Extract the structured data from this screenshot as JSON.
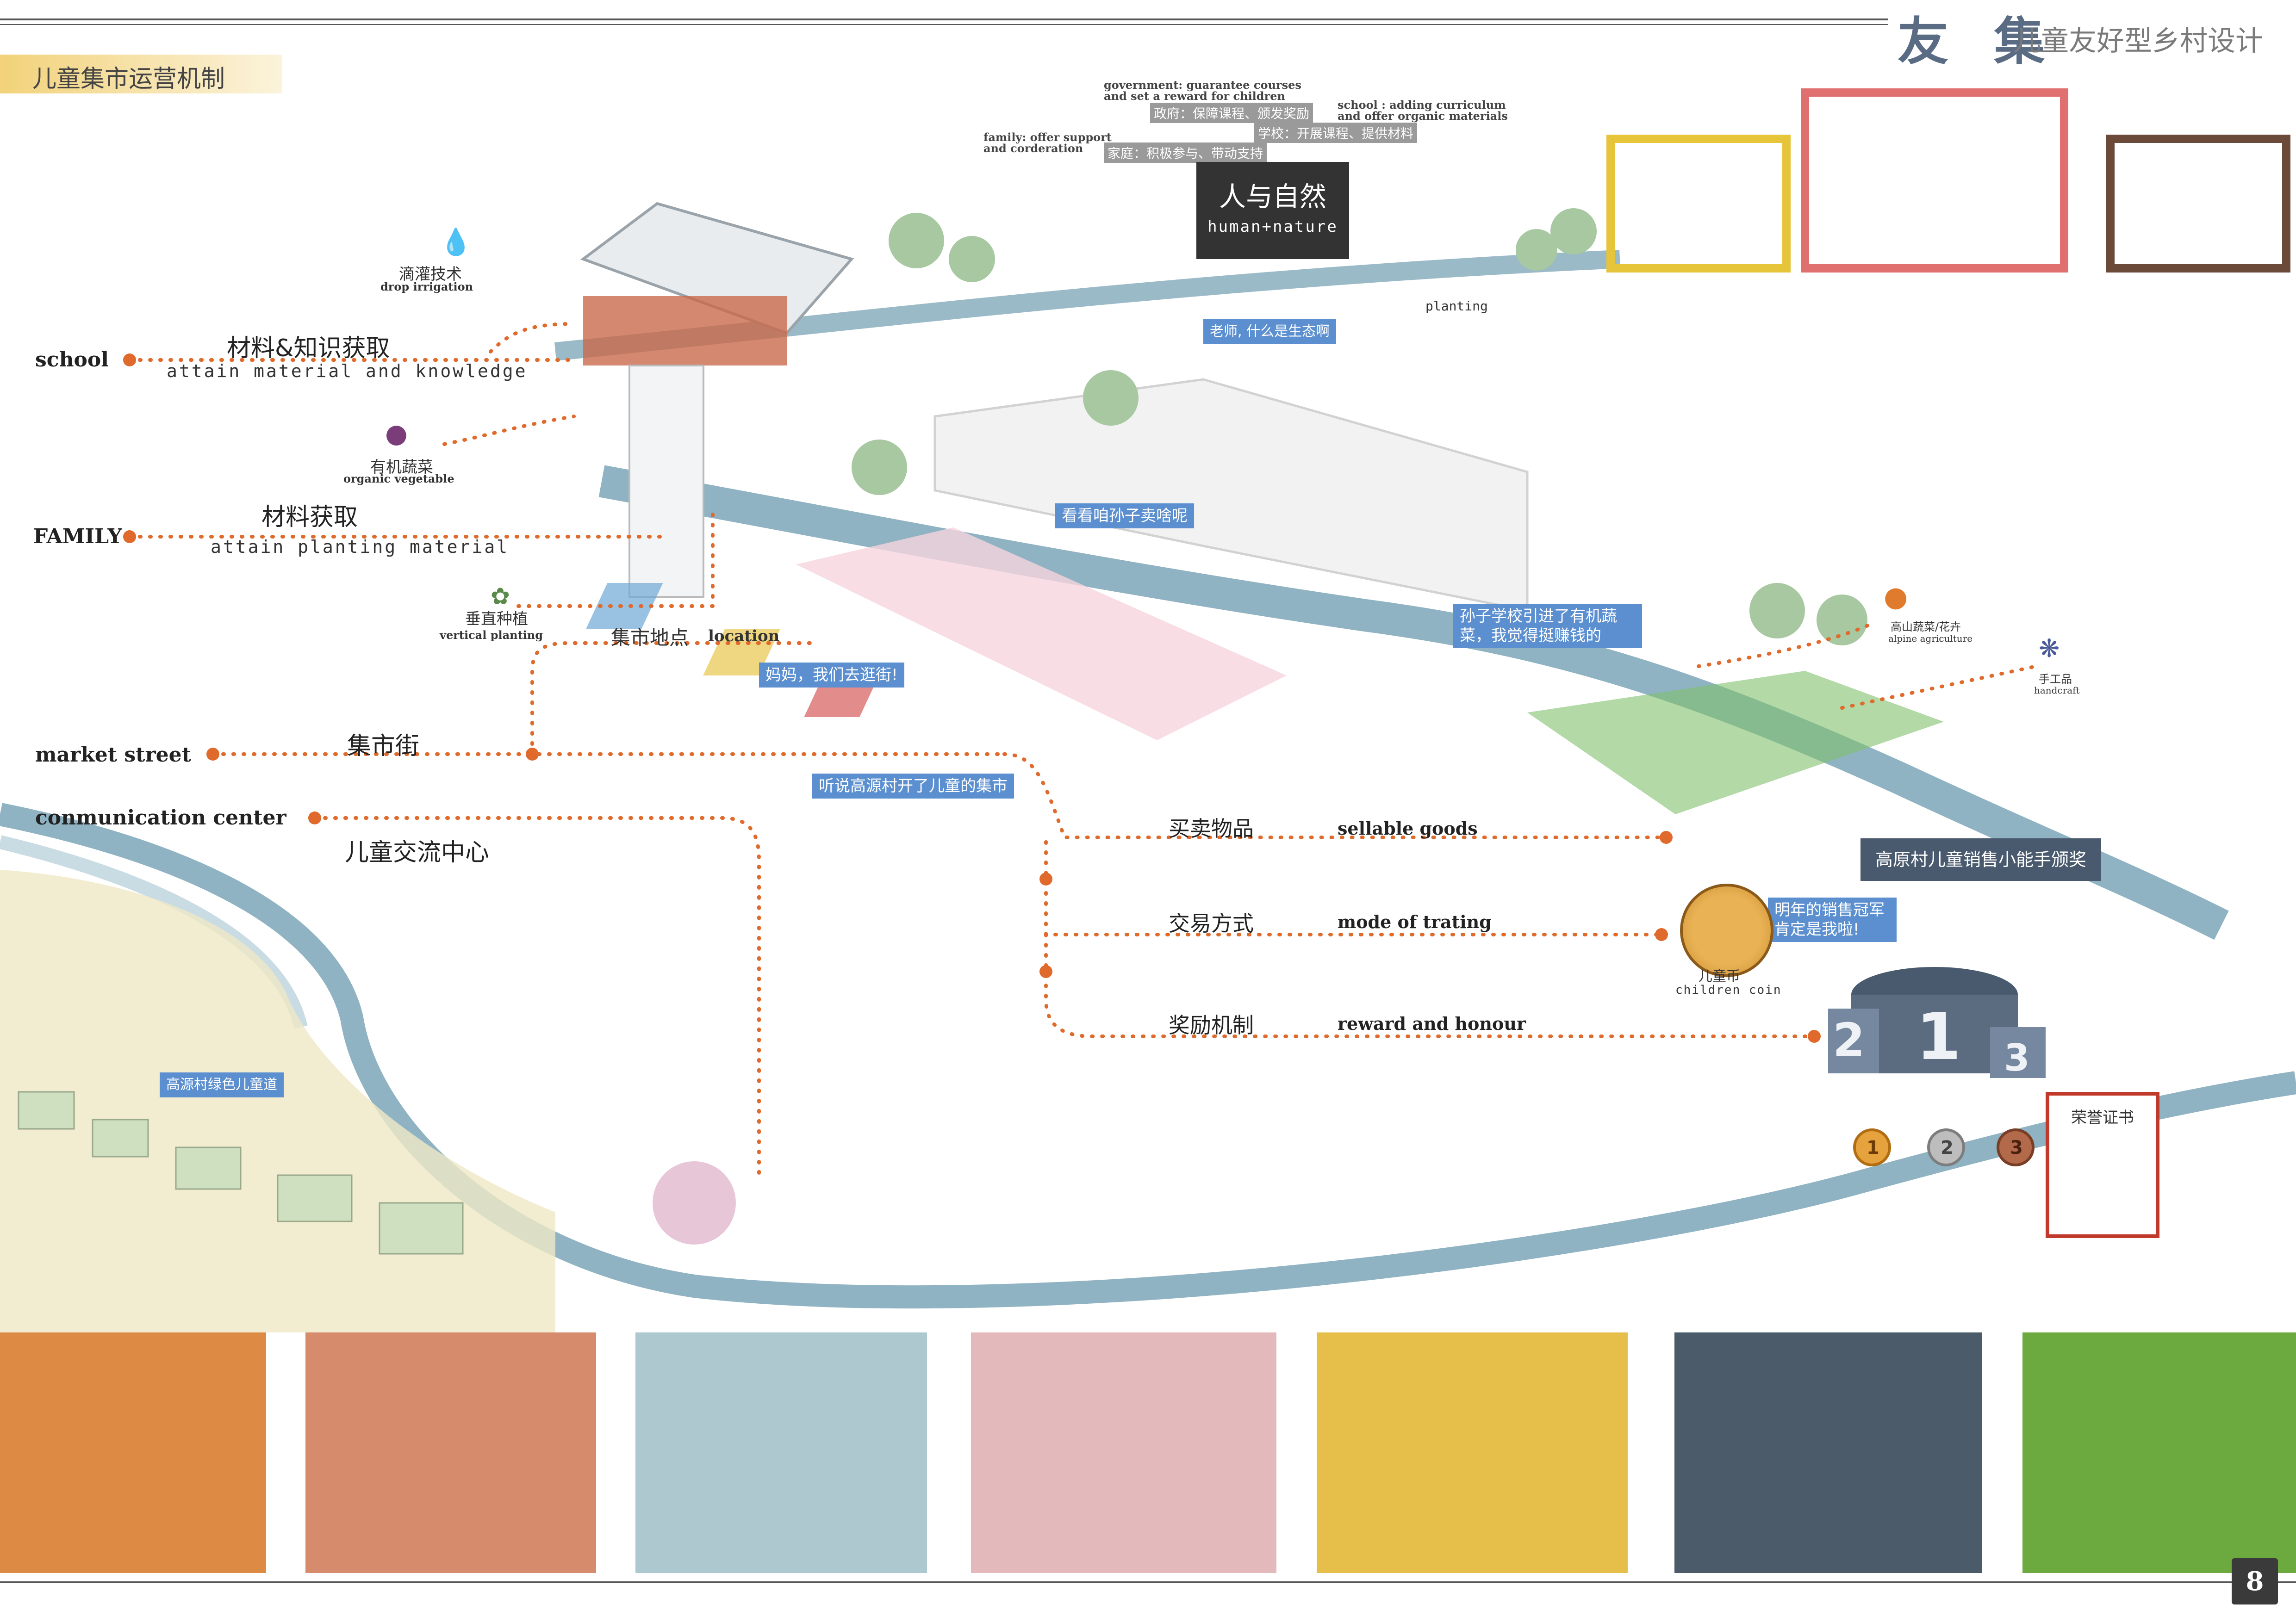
{
  "header": {
    "brand": "友 集",
    "subtitle": "儿童友好型乡村设计",
    "section_title": "儿童集市运营机制"
  },
  "nodes": {
    "school": {
      "en": "school",
      "cn": "材料&知识获取",
      "desc": "attain material and knowledge"
    },
    "family": {
      "en": "FAMILY",
      "cn": "材料获取",
      "desc": "attain planting material"
    },
    "market_street": {
      "en": "market street",
      "cn": "集市街"
    },
    "communication_center": {
      "en": "conmunication center",
      "cn": "儿童交流中心"
    },
    "location": {
      "cn": "集市地点",
      "en": "location"
    }
  },
  "tech": {
    "drip": {
      "cn": "滴灌技术",
      "en": "drop irrigation"
    },
    "organic": {
      "cn": "有机蔬菜",
      "en": "organic vegetable"
    },
    "vertical": {
      "cn": "垂直种植",
      "en": "vertical planting"
    }
  },
  "stakeholders": {
    "gov_en": "government: guarantee courses\nand set a reward for children",
    "gov_cn": "政府：保障课程、颁发奖励",
    "school_en": "school : adding curriculum\nand offer organic materials",
    "school_cn": "学校：开展课程、提供材料",
    "family_en": "family: offer support\nand corderation",
    "family_cn": "家庭：积极参与、带动支持"
  },
  "board": {
    "title": "人与自然",
    "sub": "human+nature"
  },
  "planting": "planting",
  "speech": {
    "teacher": "老师, 什么是生态啊",
    "grandchild": "看看咱孙子卖啥呢",
    "school_org": "孙子学校引进了有机蔬菜，我觉得挺赚钱的",
    "mom": "妈妈，我们去逛街!",
    "heard": "听说高源村开了儿童的集市",
    "next_year": "明年的销售冠军肯定是我啦!",
    "green_road": "高源村绿色儿童道"
  },
  "goods": {
    "cn": "买卖物品",
    "en": "sellable goods",
    "alpine": {
      "cn": "高山蔬菜/花卉",
      "en": "alpine agriculture"
    },
    "handcraft": {
      "cn": "手工品",
      "en": "handcraft"
    }
  },
  "trade": {
    "cn": "交易方式",
    "en": "mode of trating"
  },
  "reward": {
    "cn": "奖励机制",
    "en": "reward and honour"
  },
  "coin": {
    "cn": "儿童币",
    "en": "children coin"
  },
  "award": {
    "banner": "高原村儿童销售小能手颁奖",
    "certificate": "荣誉证书",
    "podium": [
      "2",
      "1",
      "3"
    ],
    "medals": [
      "1",
      "2",
      "3"
    ]
  },
  "palette": [
    "#dd8a44",
    "#d68b6d",
    "#adc8cf",
    "#e3b9bb",
    "#e6bf4a",
    "#4b5b69",
    "#6caa3f"
  ],
  "colors": {
    "accent_line": "#e06a2c",
    "bubble": "#5b8fcf",
    "river": "#8fb3c2"
  },
  "page_number": "8"
}
